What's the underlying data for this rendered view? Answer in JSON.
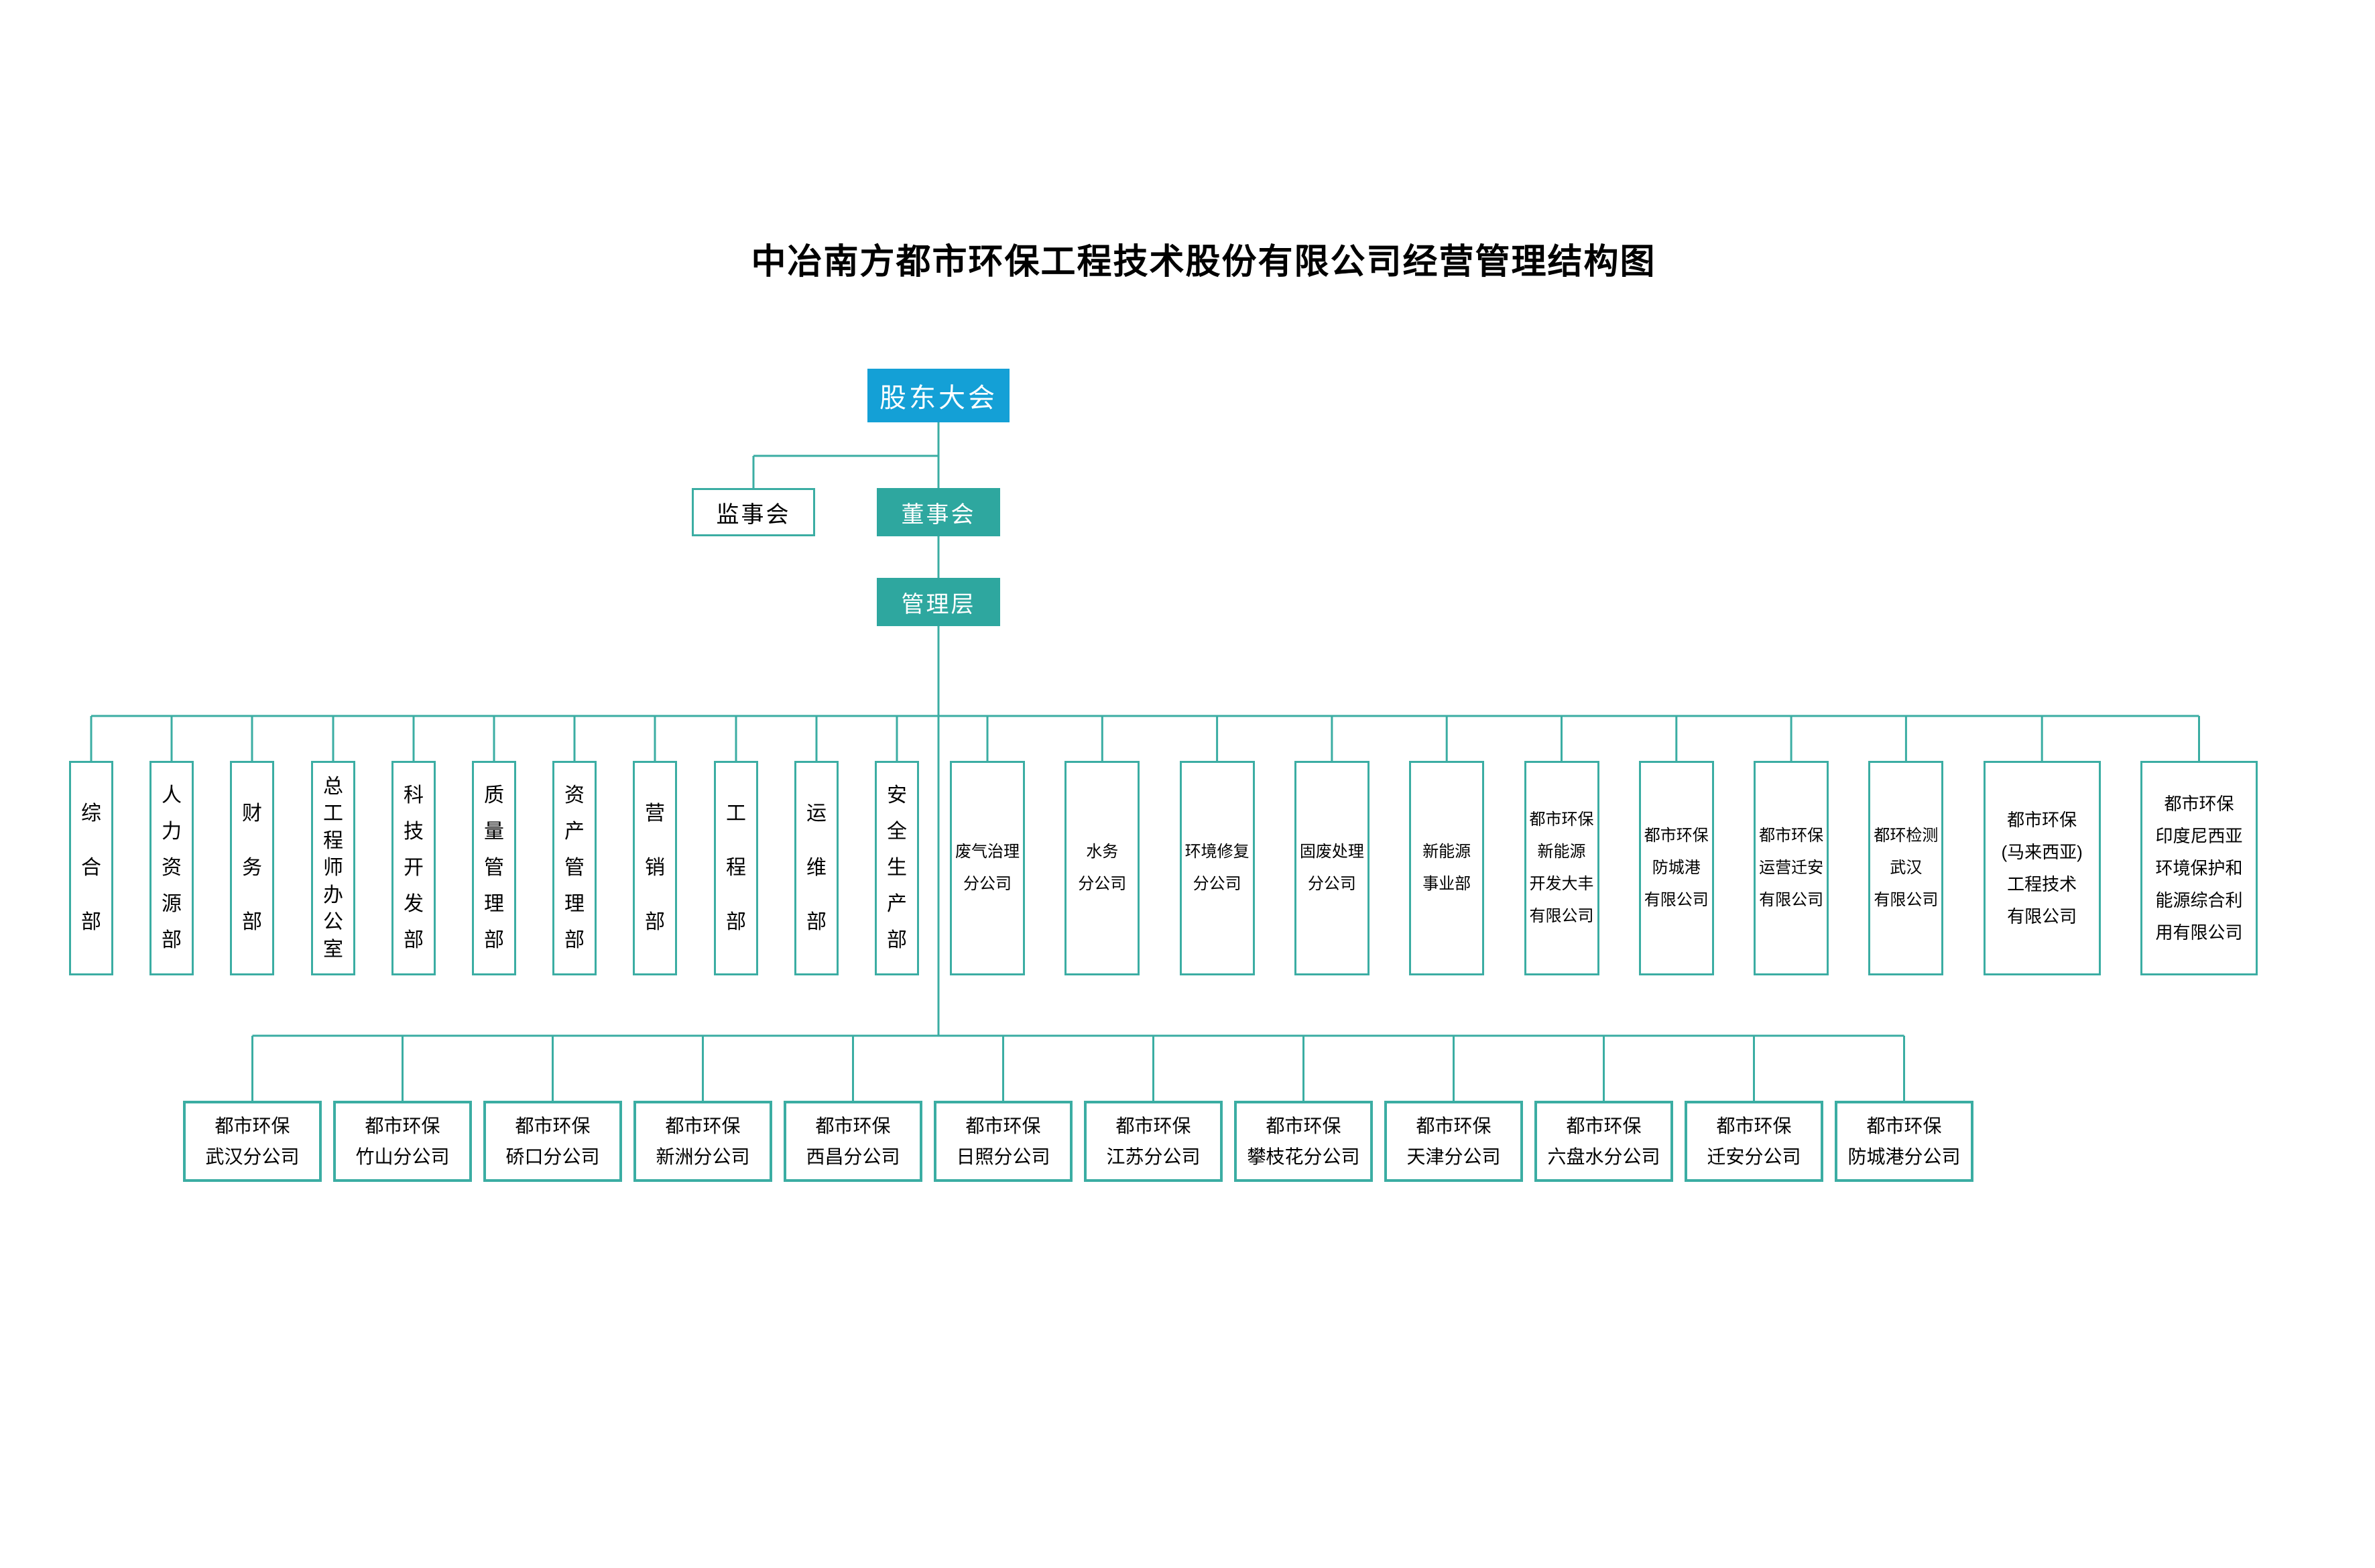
{
  "title": "中冶南方都市环保工程技术股份有限公司经营管理结构图",
  "nodes": {
    "shareholders": "股东大会",
    "supervisory": "监事会",
    "directors": "董事会",
    "management": "管理层"
  },
  "departments": [
    "综合部",
    "人力资源部",
    "财务部",
    "总工程师办公室",
    "科技开发部",
    "质量管理部",
    "资产管理部",
    "营销部",
    "工程部",
    "运维部",
    "安全生产部"
  ],
  "subsidiaries": [
    [
      "废气治理",
      "分公司"
    ],
    [
      "水务",
      "分公司"
    ],
    [
      "环境修复",
      "分公司"
    ],
    [
      "固废处理",
      "分公司"
    ],
    [
      "新能源",
      "事业部"
    ],
    [
      "都市环保",
      "新能源",
      "开发大丰",
      "有限公司"
    ],
    [
      "都市环保",
      "防城港",
      "有限公司"
    ],
    [
      "都市环保",
      "运营迁安",
      "有限公司"
    ],
    [
      "都环检测",
      "武汉",
      "有限公司"
    ],
    [
      "都市环保",
      "(马来西亚)",
      "工程技术",
      "有限公司"
    ],
    [
      "都市环保",
      "印度尼西亚",
      "环境保护和",
      "能源综合利",
      "用有限公司"
    ]
  ],
  "branch_offices": [
    [
      "都市环保",
      "武汉分公司"
    ],
    [
      "都市环保",
      "竹山分公司"
    ],
    [
      "都市环保",
      "硚口分公司"
    ],
    [
      "都市环保",
      "新洲分公司"
    ],
    [
      "都市环保",
      "西昌分公司"
    ],
    [
      "都市环保",
      "日照分公司"
    ],
    [
      "都市环保",
      "江苏分公司"
    ],
    [
      "都市环保",
      "攀枝花分公司"
    ],
    [
      "都市环保",
      "天津分公司"
    ],
    [
      "都市环保",
      "六盘水分公司"
    ],
    [
      "都市环保",
      "迁安分公司"
    ],
    [
      "都市环保",
      "防城港分公司"
    ]
  ],
  "colors": {
    "blue": "#14A0D6",
    "teal": "#2EA79F",
    "line": "#3BADA3",
    "text": "#000000",
    "background": "#FFFFFF"
  }
}
